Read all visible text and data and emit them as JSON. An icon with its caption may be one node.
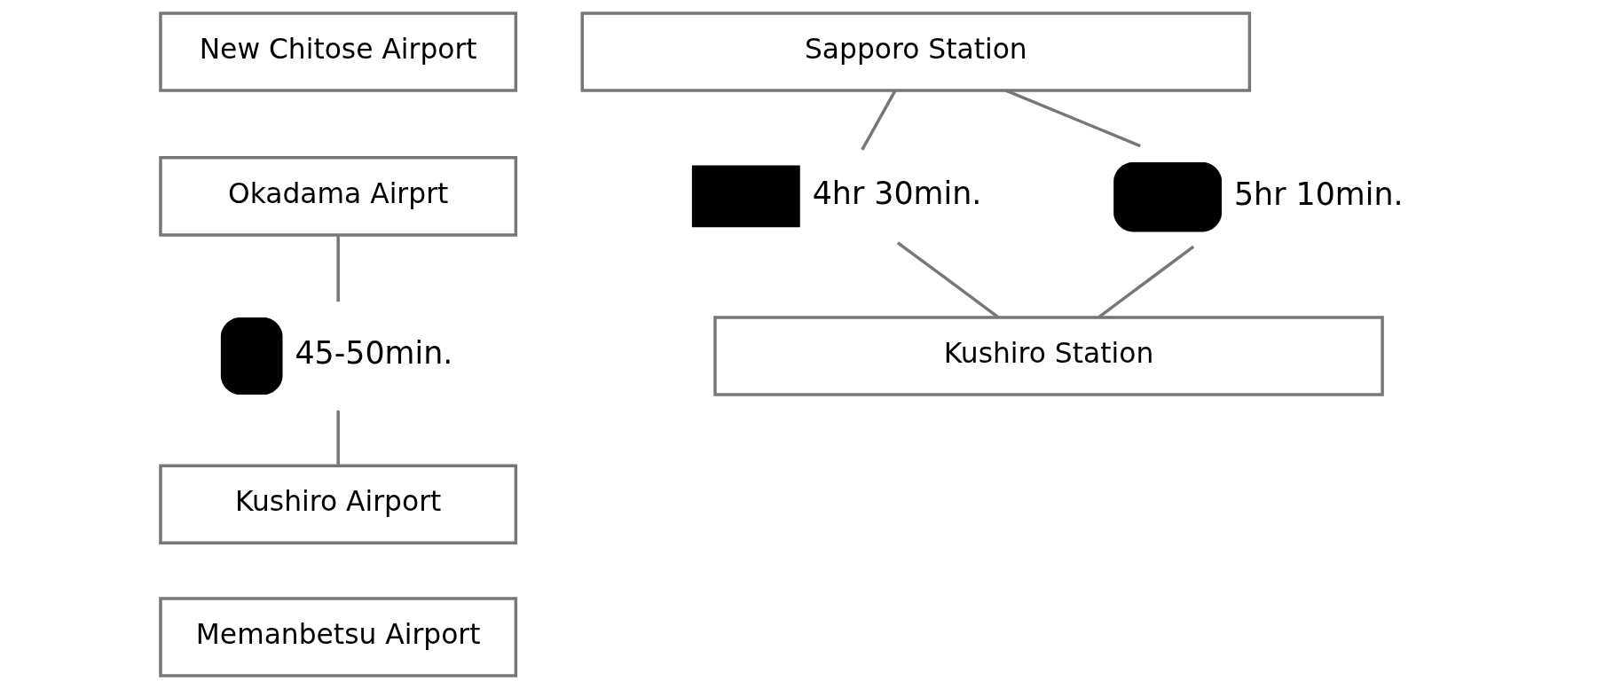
{
  "diagram": {
    "nodes": [
      {
        "text": [
          "New Chitose Airport"
        ]
      },
      {
        "text": [
          "Okadama Airprt"
        ]
      },
      {
        "text": [],
        "shape": "airplane",
        "beside": [
          "45-50min."
        ]
      },
      {
        "text": [
          "Kushiro Airport"
        ]
      },
      {
        "text": [
          "Memanbetsu Airport"
        ]
      },
      {
        "text": [
          "Sapporo Station"
        ]
      },
      {
        "text": [],
        "shape": "train",
        "beside": [
          "4hr 30min."
        ]
      },
      {
        "text": [],
        "shape": "bus",
        "beside": [
          "5hr 10min."
        ]
      },
      {
        "text": [
          "Kushiro Station"
        ]
      }
    ],
    "edges": [
      {
        "from": 1,
        "to": 2,
        "arrow": "none"
      },
      {
        "from": 2,
        "to": 3,
        "arrow": "none"
      },
      {
        "from": 5,
        "to": 6,
        "arrow": "none"
      },
      {
        "from": 6,
        "to": 8,
        "arrow": "none"
      },
      {
        "from": 5,
        "to": 7,
        "arrow": "none"
      },
      {
        "from": 7,
        "to": 8,
        "arrow": "none"
      }
    ]
  }
}
